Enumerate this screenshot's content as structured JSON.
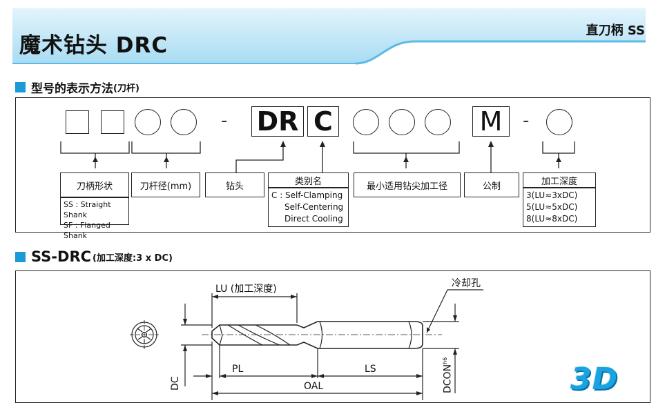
{
  "header": {
    "title": "魔术钻头 DRC",
    "series": "直刀柄 SS",
    "colors": {
      "band_light": "#c9e9f7",
      "band_dark": "#6cc4ea",
      "accent": "#1a9ad6"
    }
  },
  "section1": {
    "heading": "型号的表示方法",
    "heading_note": "(刀杆)",
    "code": {
      "dash1": "-",
      "drill_code": "DR",
      "type_code": "C",
      "metric_code": "M",
      "dash2": "-"
    },
    "labels": {
      "shank_form": "刀柄形状",
      "shank_dia": "刀杆径(mm)",
      "drill": "钻头",
      "category": "类别名",
      "min_dia": "最小适用钻尖加工径",
      "metric": "公制",
      "depth": "加工深度"
    },
    "shank_options": [
      "SS : Straight Shank",
      "SF : Flanged Shank"
    ],
    "category_options": [
      "C : Self-Clamping",
      "Self-Centering",
      "Direct Cooling"
    ],
    "depth_options": [
      "3(LU≈3xDC)",
      "5(LU≈5xDC)",
      "8(LU≈8xDC)"
    ]
  },
  "section2": {
    "heading": "SS-DRC",
    "heading_note": "(加工深度:3 x DC)",
    "dims": {
      "lu": "LU (加工深度)",
      "coolant": "冷却孔",
      "pl": "PL",
      "ls": "LS",
      "oal": "OAL",
      "dc": "DC",
      "dcon": "DCON",
      "dcon_sup": "h6"
    },
    "logo": "3D"
  }
}
